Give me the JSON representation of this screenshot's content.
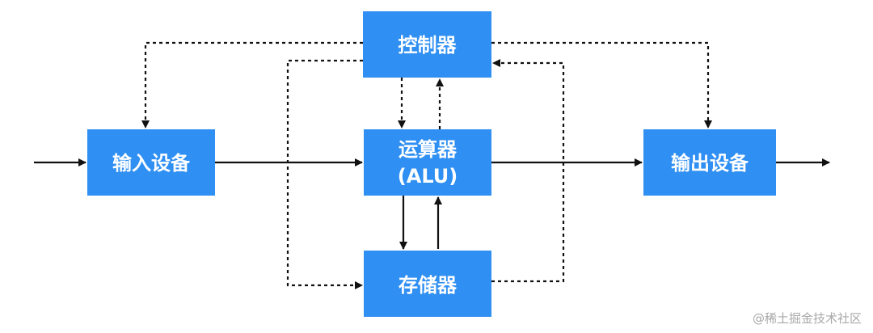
{
  "diagram": {
    "controller": "控制器",
    "alu_line1": "运算器",
    "alu_line2": "(ALU)",
    "memory": "存储器",
    "input_device": "输入设备",
    "output_device": "输出设备"
  },
  "watermark": "@稀土掘金技术社区",
  "colors": {
    "box": "#2f8ff2",
    "box_text": "#ffffff",
    "line": "#111111",
    "watermark": "#a8a8a8"
  }
}
